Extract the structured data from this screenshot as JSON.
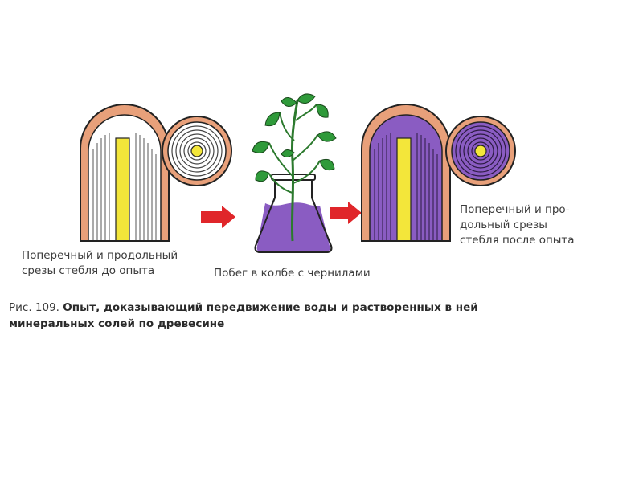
{
  "labels": {
    "before": [
      "Поперечный и продольный",
      "срезы стебля до опыта"
    ],
    "flask": "Побег в колбе с чернилами",
    "after": [
      "Поперечный и про-",
      "дольный срезы",
      "стебля после опыта"
    ]
  },
  "caption": {
    "prefix": "Рис. 109.",
    "bold_line1": "Опыт, доказывающий передвижение воды и растворенных в ней",
    "bold_line2": "минеральных солей по древесине"
  },
  "colors": {
    "bark": "#e8a07a",
    "ink": "#8a5cc2",
    "pith": "#f3e63a",
    "arrow": "#e0262a",
    "leaf": "#2f9a3a"
  }
}
